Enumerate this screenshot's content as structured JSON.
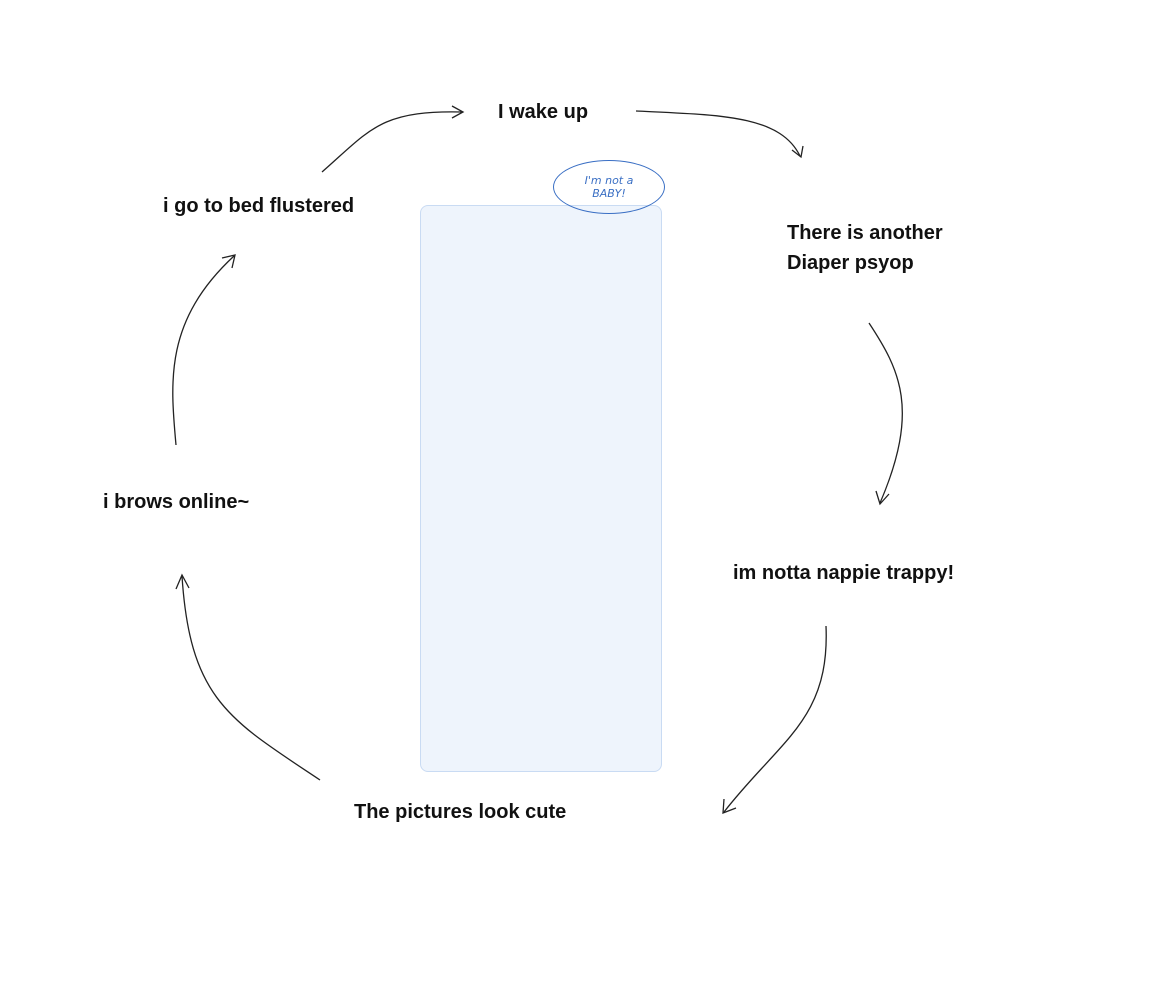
{
  "cycle": {
    "steps": [
      {
        "text": "I wake up"
      },
      {
        "text_line1": "There is another",
        "text_line2": "Diaper psyop"
      },
      {
        "text": "im notta nappie trappy!"
      },
      {
        "text": "The pictures look cute"
      },
      {
        "text": "i brows online~"
      },
      {
        "text": "i go to bed flustered"
      }
    ]
  },
  "illustration": {
    "speech_line1": "I'm not a",
    "speech_line2": "BABY!",
    "accent_color": "#3a6fc4"
  }
}
